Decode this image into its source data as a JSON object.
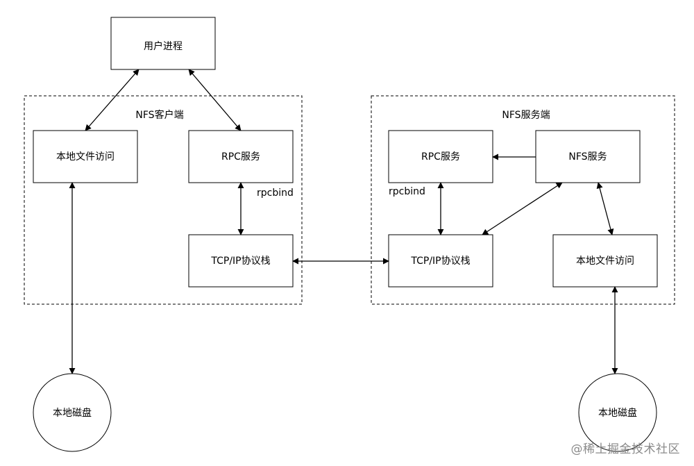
{
  "diagram": {
    "user_process": "用户进程",
    "client": {
      "group_label": "NFS客户端",
      "local_file_access": "本地文件访问",
      "rpc_service": "RPC服务",
      "rpcbind": "rpcbind",
      "tcpip_stack": "TCP/IP协议栈",
      "local_disk": "本地磁盘"
    },
    "server": {
      "group_label": "NFS服务端",
      "rpc_service": "RPC服务",
      "nfs_service": "NFS服务",
      "rpcbind": "rpcbind",
      "tcpip_stack": "TCP/IP协议栈",
      "local_file_access": "本地文件访问",
      "local_disk": "本地磁盘"
    }
  },
  "watermark": "@稀土掘金技术社区"
}
